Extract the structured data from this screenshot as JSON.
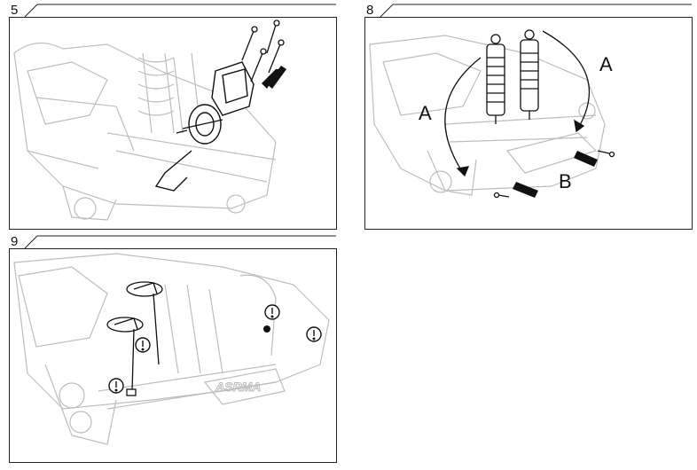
{
  "steps": [
    {
      "number": "5"
    },
    {
      "number": "8",
      "labels": [
        "A",
        "A",
        "B"
      ]
    },
    {
      "number": "9"
    }
  ],
  "colors": {
    "line": "#222222",
    "ghost": "#bdbdbd",
    "part": "#111111"
  },
  "icons": [
    "arrow-icon",
    "screw-icon",
    "warning-icon"
  ]
}
